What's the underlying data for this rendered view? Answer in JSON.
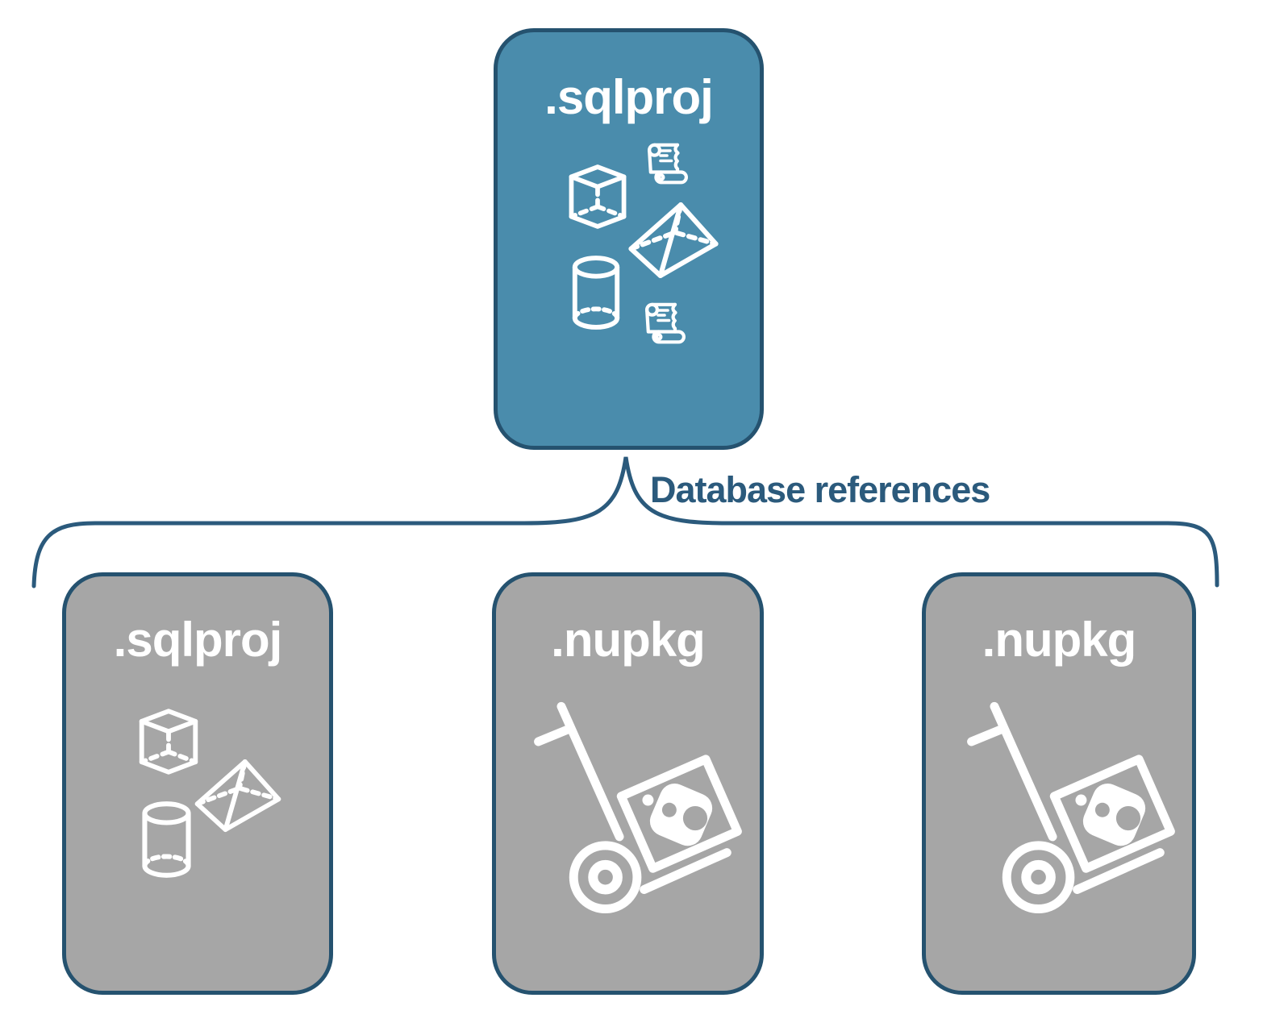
{
  "diagram": {
    "root_box": {
      "label": ".sqlproj",
      "icons": [
        "scroll-icon",
        "cube-icon",
        "pyramid-icon",
        "cylinder-icon",
        "scroll-icon"
      ]
    },
    "connector": {
      "label": "Database references"
    },
    "child_boxes": [
      {
        "label": ".sqlproj",
        "icons": [
          "cube-icon",
          "pyramid-icon",
          "cylinder-icon"
        ]
      },
      {
        "label": ".nupkg",
        "icons": [
          "nuget-package-hand-truck-icon"
        ]
      },
      {
        "label": ".nupkg",
        "icons": [
          "nuget-package-hand-truck-icon"
        ]
      }
    ],
    "colors": {
      "root_fill": "#4A8CAC",
      "child_fill": "#A6A6A6",
      "box_border": "#25526F",
      "connector_line": "#2B5A7C",
      "connector_text": "#2B5A7C",
      "label_text": "#FFFFFF",
      "icon_stroke": "#FFFFFF",
      "background": "#FFFFFF"
    }
  }
}
